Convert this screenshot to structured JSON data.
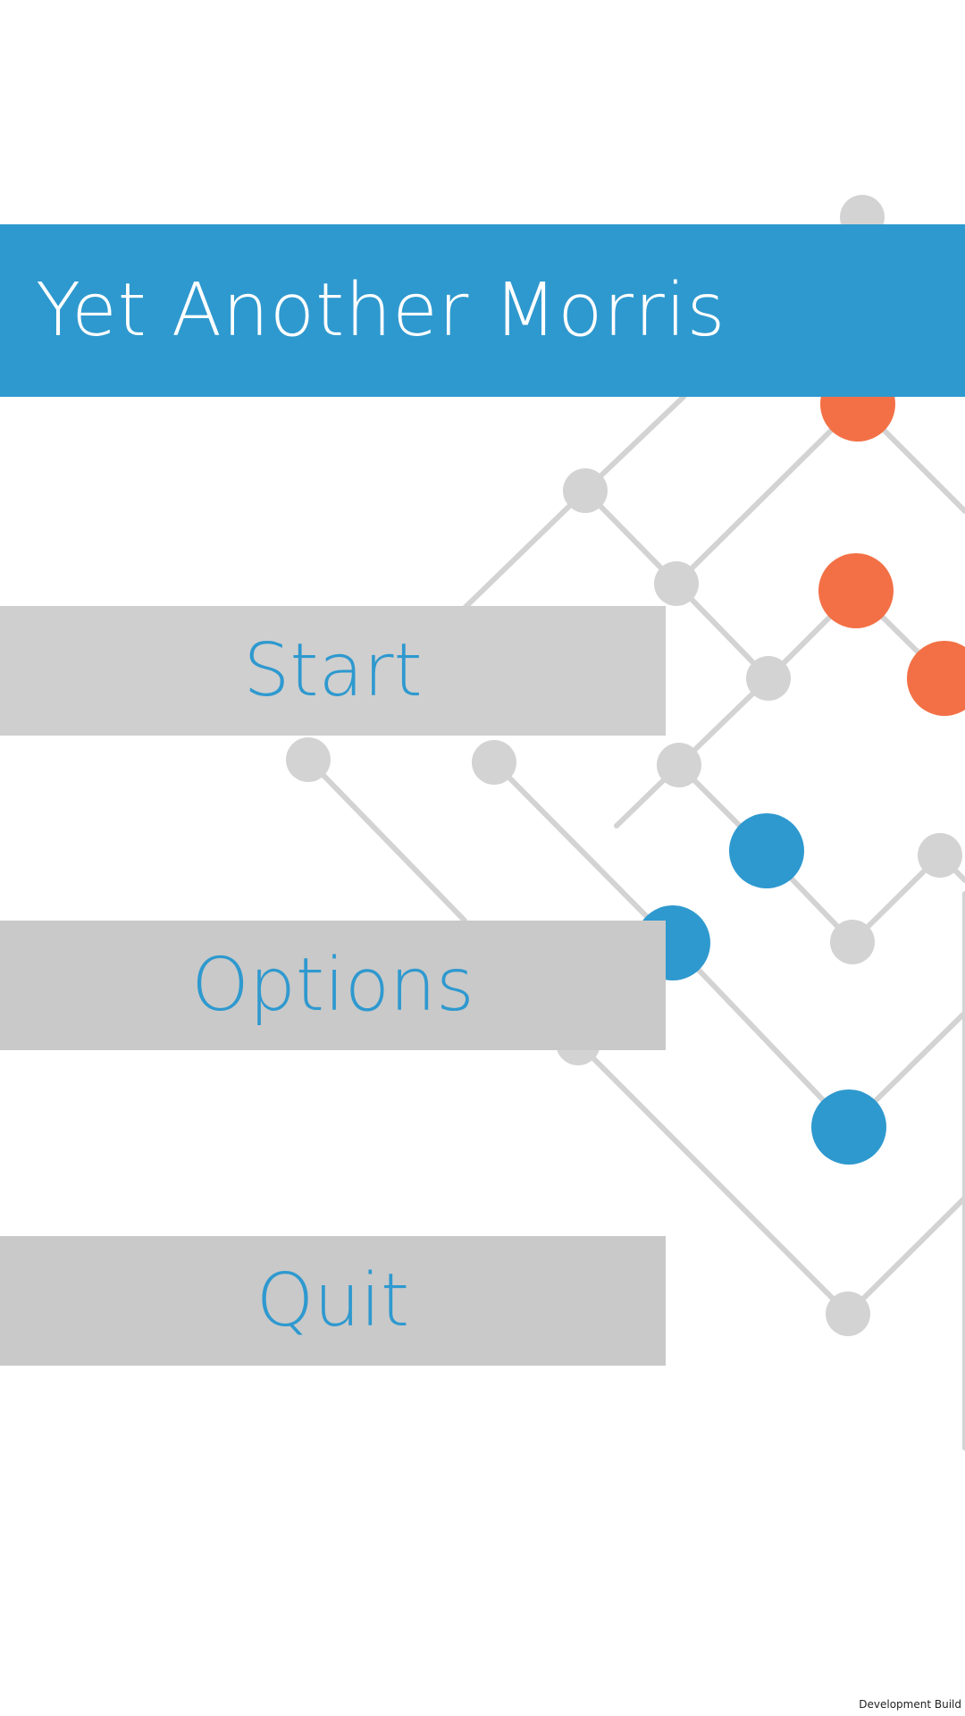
{
  "app": {
    "title": "Yet Another Morris"
  },
  "menu": {
    "start_label": "Start",
    "options_label": "Options",
    "quit_label": "Quit"
  },
  "footer": {
    "build_label": "Development Build"
  },
  "colors": {
    "accent_blue": "#2e99cf",
    "piece_orange": "#f37046",
    "empty_node": "#d3d3d3",
    "line": "#d3d3d3",
    "button_bg": "#cbcbcb"
  },
  "board": {
    "description_icons": [
      "empty-node",
      "orange-piece",
      "blue-piece"
    ]
  }
}
